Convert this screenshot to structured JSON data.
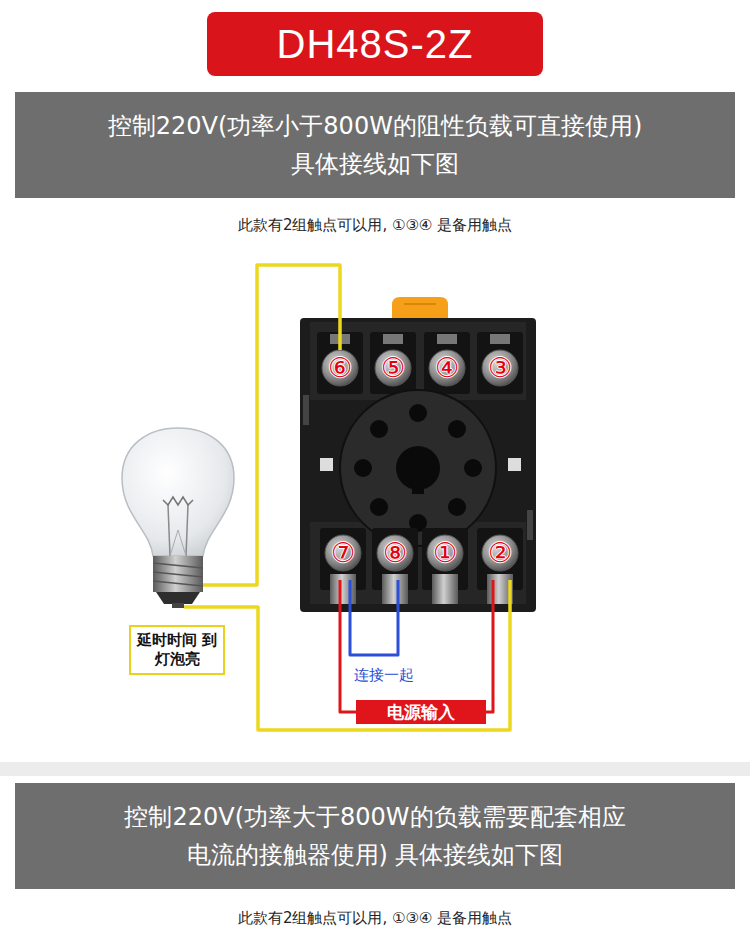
{
  "diagram": {
    "title": "DH48S-2Z",
    "nodes": [
      {
        "text": [
          "控制220V(功率小于800W的阻性负载可直接使用) 具体接线如下图"
        ]
      },
      {
        "text": [
          "延时时间 到灯泡亮"
        ]
      },
      {
        "text": [
          "电源输入"
        ]
      },
      {
        "text": [
          "控制220V(功率大于800W的负载需要配套相应 电流的接触器使用) 具体接线如下图"
        ]
      }
    ],
    "labels": [
      "此款有2组触点可以用, ①③④ 是备用触点",
      "⑥",
      "⑤",
      "④",
      "③",
      "⑦",
      "⑧",
      "①",
      "②",
      "连接一起",
      "此款有2组触点可以用, ①③④ 是备用触点"
    ]
  }
}
